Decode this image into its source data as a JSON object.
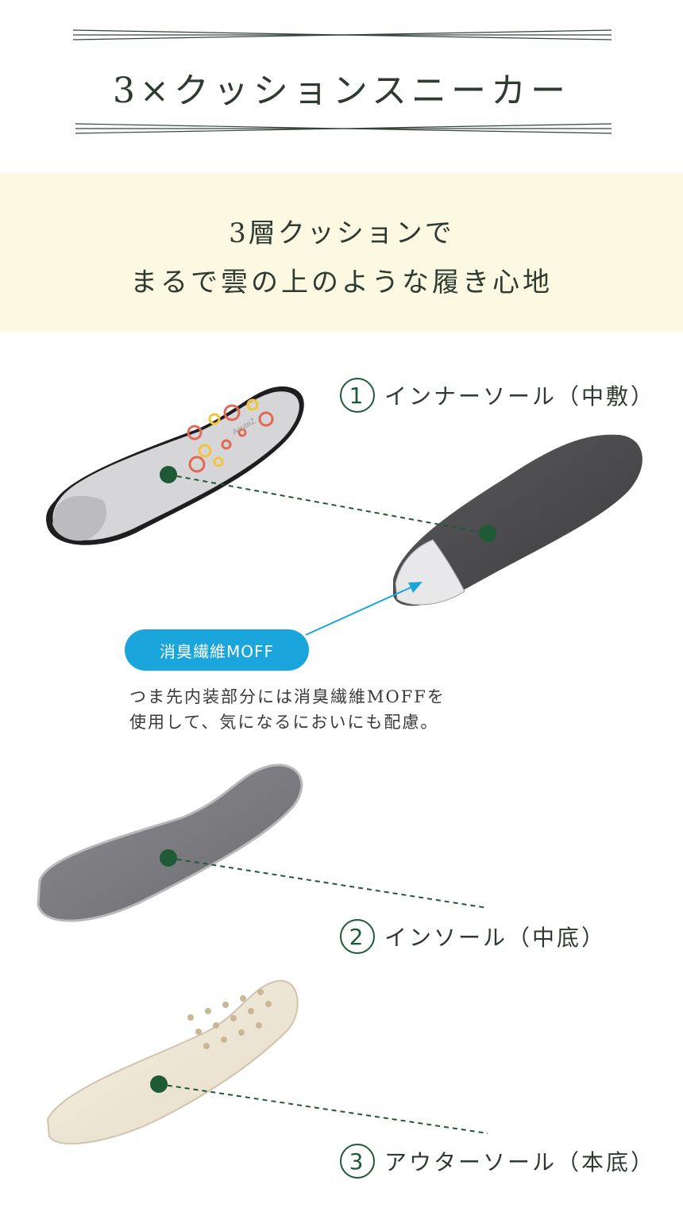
{
  "header": {
    "title": "3×クッションスニーカー"
  },
  "band": {
    "line1": "3層クッションで",
    "line2": "まるで雲の上のような履き心地"
  },
  "layers": [
    {
      "number": "1",
      "label": "インナーソール（中敷）"
    },
    {
      "number": "2",
      "label": "インソール（中底）"
    },
    {
      "number": "3",
      "label": "アウターソール（本底）"
    }
  ],
  "moff": {
    "badge": "消臭繊維MOFF",
    "desc_line1": "つま先内装部分には消臭繊維MOFFを",
    "desc_line2": "使用して、気になるにおいにも配慮。"
  },
  "insole_brand": "AcuteZ",
  "colors": {
    "accent_green": "#1f5a37",
    "badge_blue": "#1aa6dc",
    "band_bg": "#fcf9e2"
  }
}
